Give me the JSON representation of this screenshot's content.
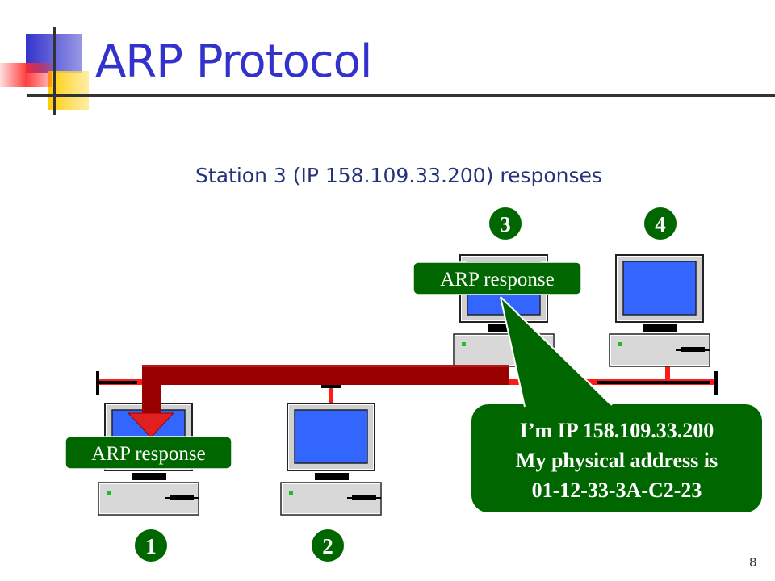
{
  "slide": {
    "title": "ARP Protocol",
    "subtitle": "Station 3 (IP 158.109.33.200)  responses",
    "page_number": "8"
  },
  "stations": [
    {
      "number": "1"
    },
    {
      "number": "2"
    },
    {
      "number": "3"
    },
    {
      "number": "4"
    }
  ],
  "labels": {
    "arp_response_sender": "ARP response",
    "arp_response_receiver": "ARP response"
  },
  "callout": {
    "lines": [
      "I’m IP 158.109.33.200",
      "My physical address is",
      "01-12-33-3A-C2-23"
    ]
  },
  "colors": {
    "title": "#3333cc",
    "subtitle": "#26327a",
    "badge_green": "#006600",
    "bus_red": "#ff1a1a",
    "arrow_darkred": "#990000",
    "screen_blue": "#3366ff"
  }
}
